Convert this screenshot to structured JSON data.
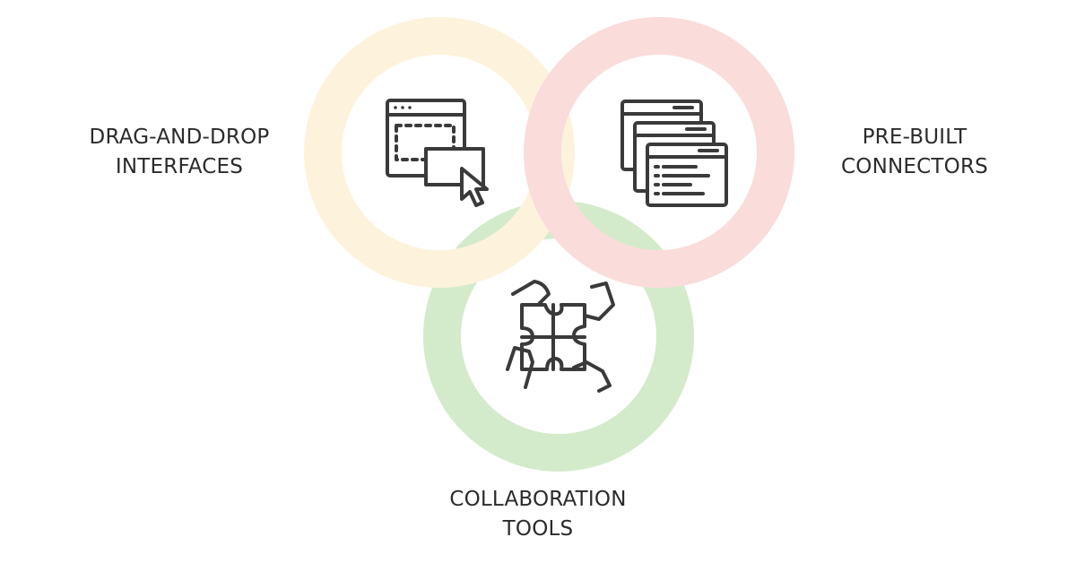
{
  "colors": {
    "ring_drag": "#fdf3dc",
    "ring_prebuilt": "#fadcdb",
    "ring_collab": "#d3ebcb",
    "icon_stroke": "#3a3a3a",
    "text": "#2b2b2b"
  },
  "features": [
    {
      "id": "drag",
      "icon": "drag-and-drop-window-cursor-icon",
      "label_lines": [
        "DRAG-AND-DROP",
        "INTERFACES"
      ]
    },
    {
      "id": "prebuilt",
      "icon": "stacked-windows-icon",
      "label_lines": [
        "PRE-BUILT",
        "CONNECTORS"
      ]
    },
    {
      "id": "collab",
      "icon": "puzzle-hands-icon",
      "label_lines": [
        "COLLABORATION",
        "TOOLS"
      ]
    }
  ]
}
